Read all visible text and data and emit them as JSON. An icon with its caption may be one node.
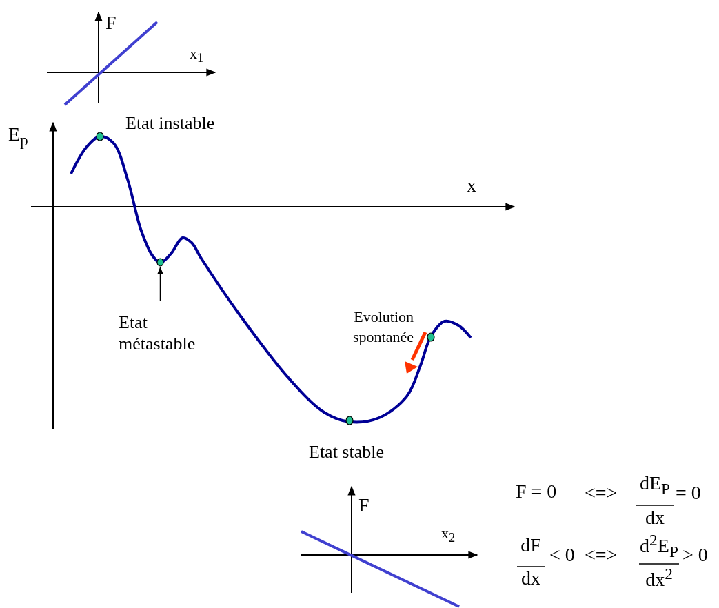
{
  "diagram": {
    "nodes": [
      {
        "text": [
          "Etat métastable"
        ]
      },
      {
        "text": [],
        "shape": "circle"
      }
    ],
    "edges": [
      {
        "from": 0,
        "to": 1,
        "arrow": "to"
      }
    ],
    "labels": [
      "F",
      "x$_{1}$",
      "Etat instable",
      "E$_{p}$",
      "x",
      "Evolution spontanée",
      "Etat stable",
      "F",
      "x$_{2}$",
      "F = 0",
      "<=>",
      "dE$_{P}$",
      "dx",
      "= 0",
      "dF",
      "dx",
      "< 0",
      "<=>",
      "d$^{2}$E$_{P}$",
      "dx$^{2}$",
      "> 0"
    ]
  }
}
